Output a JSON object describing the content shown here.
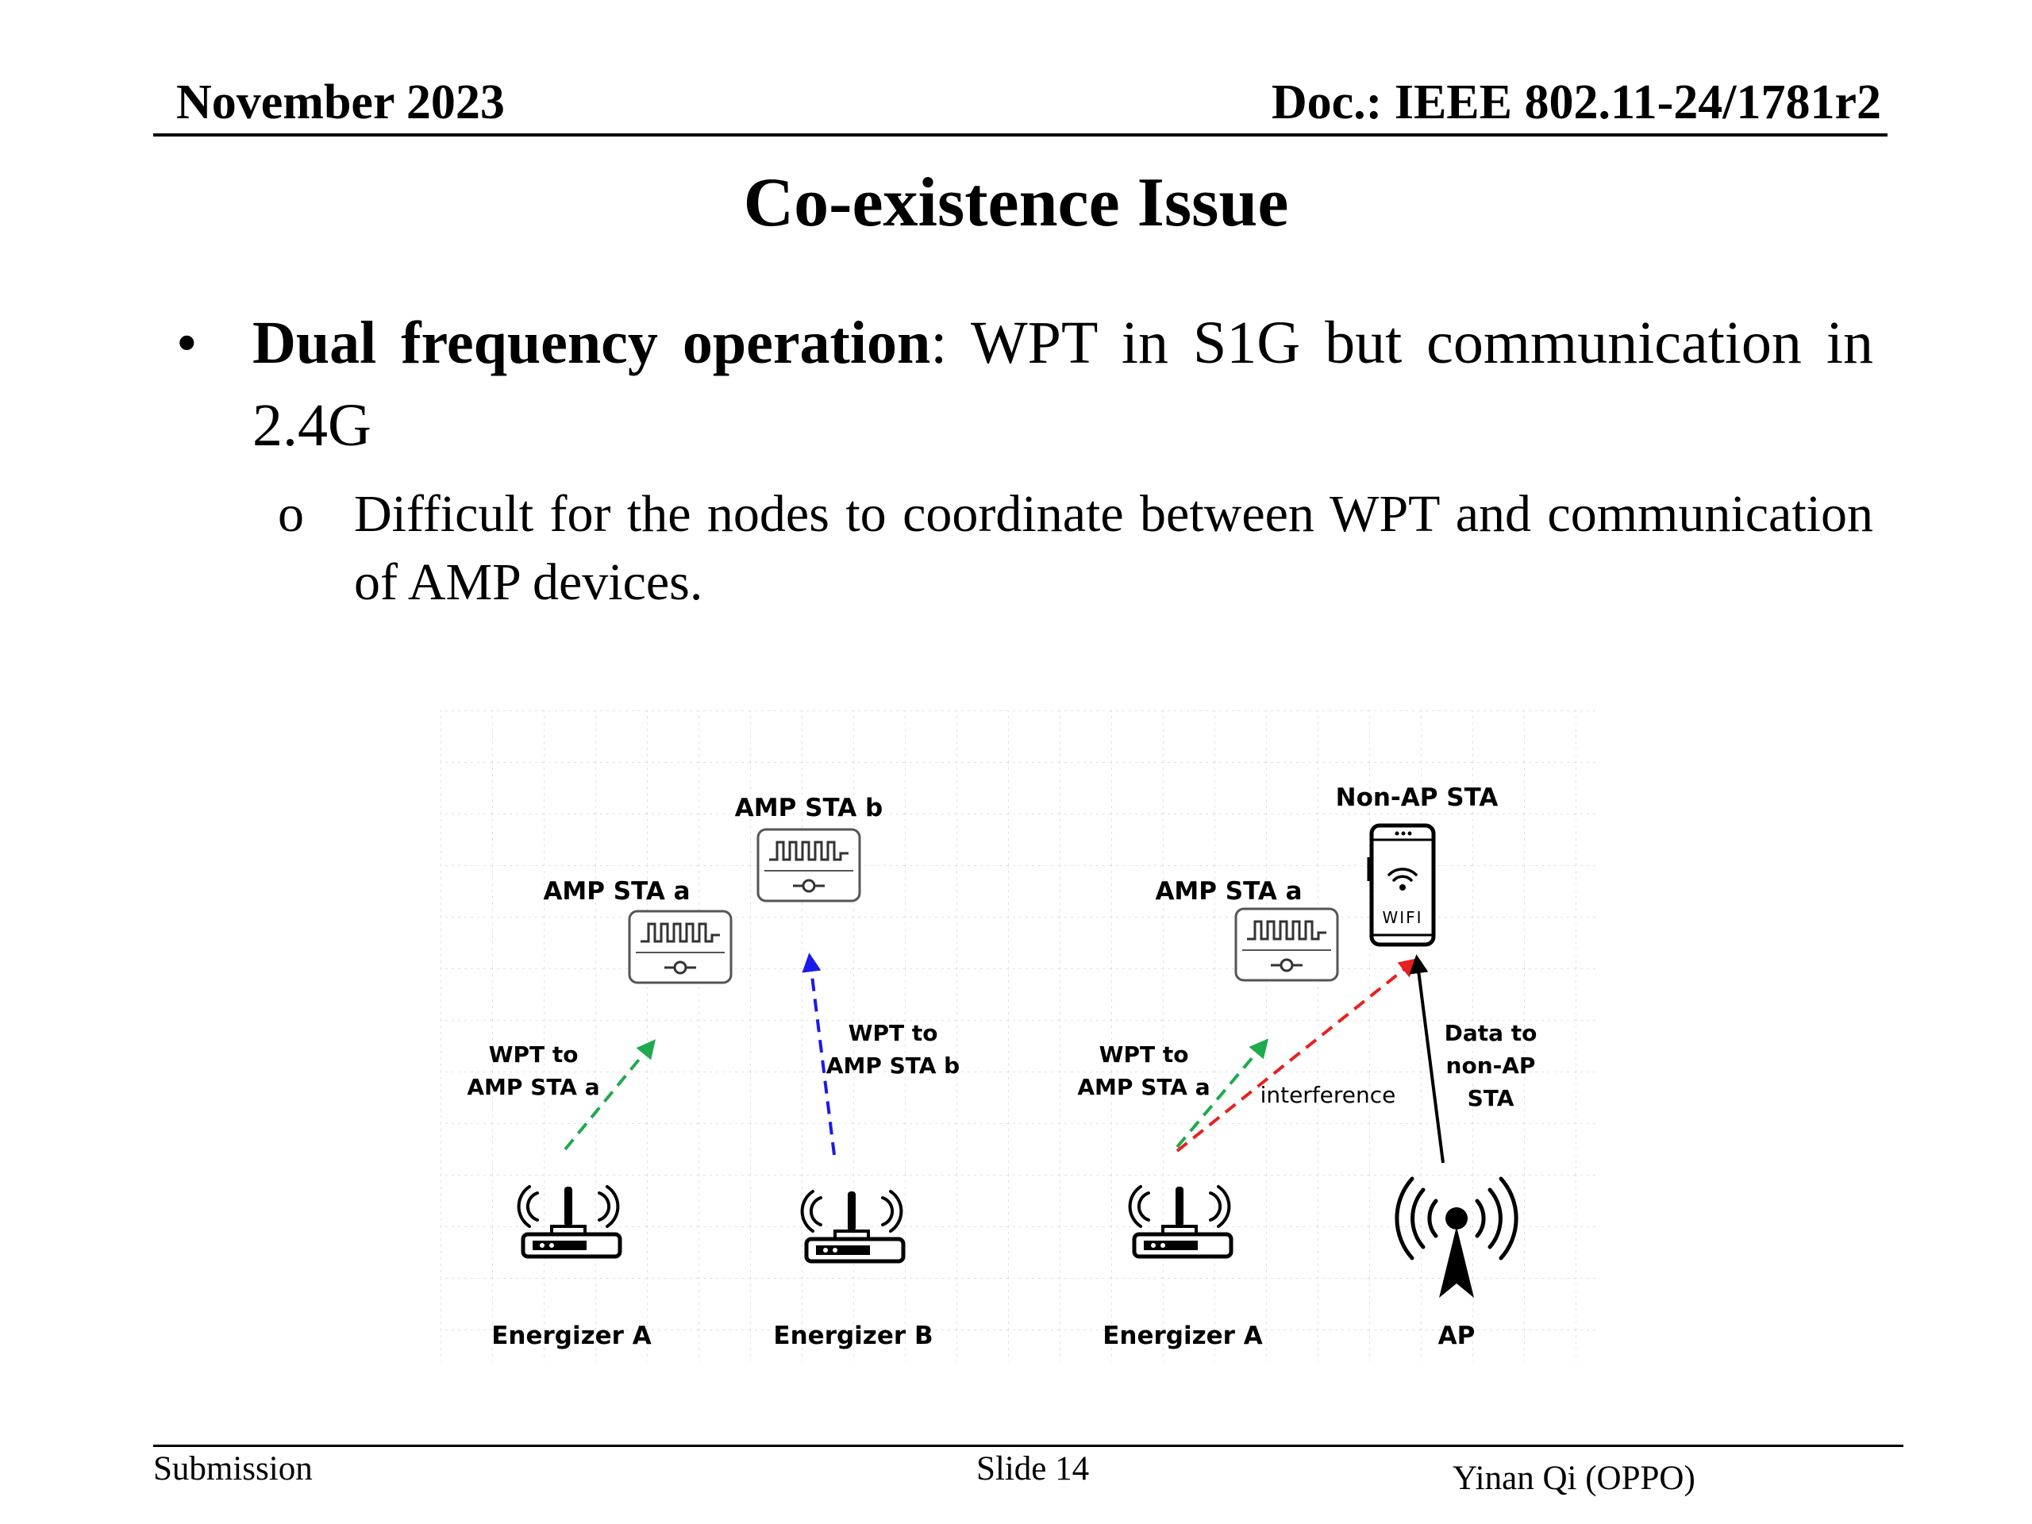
{
  "header": {
    "date": "November 2023",
    "doc": "Doc.: IEEE 802.11-24/1781r2"
  },
  "slide_title": "Co-existence Issue",
  "bullet": {
    "marker": "•",
    "bold": "Dual frequency operation",
    "rest": ": WPT in S1G but communication in 2.4G"
  },
  "sub_bullet": {
    "marker": "o",
    "text": "Difficult for the nodes to coordinate between WPT and communication of AMP devices."
  },
  "diagram": {
    "left": {
      "amp_sta_a": "AMP STA a",
      "amp_sta_b": "AMP STA b",
      "wpt_a_line1": "WPT to",
      "wpt_a_line2": "AMP STA a",
      "wpt_b_line1": "WPT to",
      "wpt_b_line2": "AMP STA b",
      "energizer_a": "Energizer A",
      "energizer_b": "Energizer B"
    },
    "right": {
      "non_ap_sta": "Non-AP STA",
      "amp_sta_a": "AMP STA a",
      "wifi_label": "WIFI",
      "wpt_a_line1": "WPT to",
      "wpt_a_line2": "AMP STA a",
      "interference": "interference",
      "data_line1": "Data to",
      "data_line2": "non-AP",
      "data_line3": "STA",
      "energizer_a": "Energizer A",
      "ap": "AP"
    },
    "colors": {
      "green_arrow": "#1faa4d",
      "blue_arrow": "#1a1aeb",
      "red_arrow": "#e8201f",
      "black_arrow": "#000000",
      "grid": "#d8d8d8"
    }
  },
  "footer": {
    "left": "Submission",
    "center": "Slide 14",
    "right": "Yinan Qi (OPPO)"
  }
}
